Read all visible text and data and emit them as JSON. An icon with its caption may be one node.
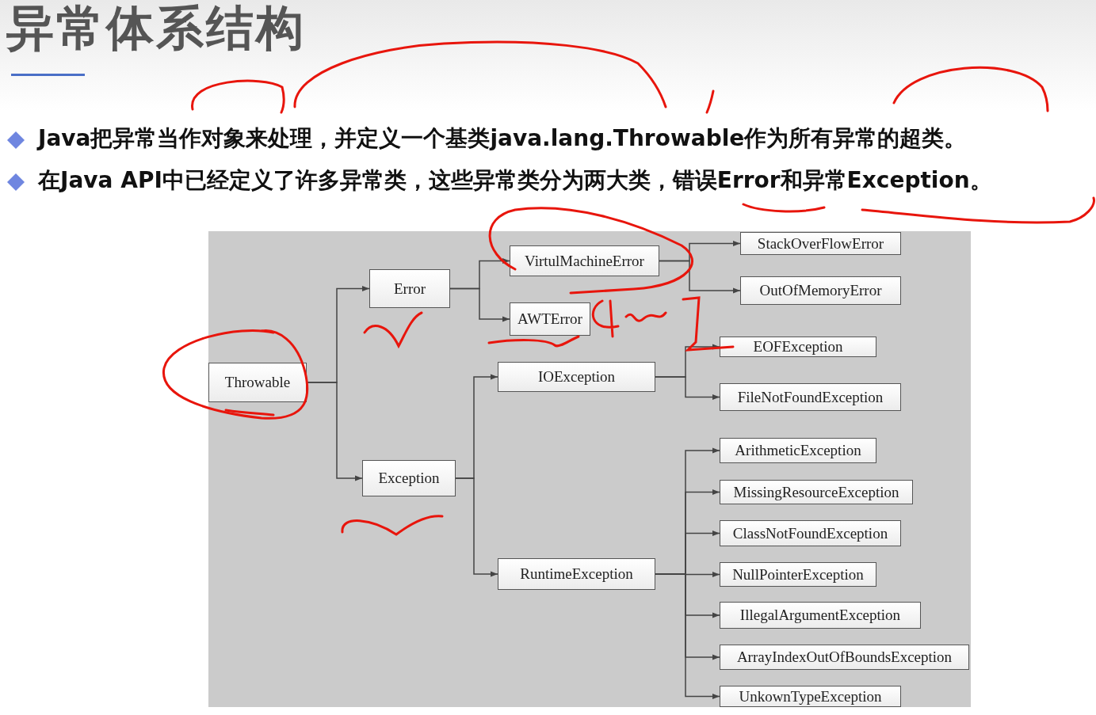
{
  "diagram": {
    "title": "异常体系结构",
    "nodes": [
      {
        "text": [
          "Throwable"
        ]
      },
      {
        "text": [
          "Error"
        ]
      },
      {
        "text": [
          "Exception"
        ]
      },
      {
        "text": [
          "VirtulMachineError"
        ]
      },
      {
        "text": [
          "AWTError"
        ]
      },
      {
        "text": [
          "IOException"
        ]
      },
      {
        "text": [
          "RuntimeException"
        ]
      },
      {
        "text": [
          "StackOverFlowError"
        ]
      },
      {
        "text": [
          "OutOfMemoryError"
        ]
      },
      {
        "text": [
          "EOFException"
        ]
      },
      {
        "text": [
          "FileNotFoundException"
        ]
      },
      {
        "text": [
          "ArithmeticException"
        ]
      },
      {
        "text": [
          "MissingResourceException"
        ]
      },
      {
        "text": [
          "ClassNotFoundException"
        ]
      },
      {
        "text": [
          "NullPointerException"
        ]
      },
      {
        "text": [
          "IllegalArgumentException"
        ]
      },
      {
        "text": [
          "ArrayIndexOutOfBoundsException"
        ]
      },
      {
        "text": [
          "UnkownTypeException"
        ]
      }
    ],
    "edges": [
      {
        "from": 0,
        "to": 1,
        "arrow": "to"
      },
      {
        "from": 0,
        "to": 2,
        "arrow": "to"
      },
      {
        "from": 1,
        "to": 3,
        "arrow": "to"
      },
      {
        "from": 1,
        "to": 4,
        "arrow": "to"
      },
      {
        "from": 3,
        "to": 7,
        "arrow": "to"
      },
      {
        "from": 3,
        "to": 8,
        "arrow": "to"
      },
      {
        "from": 2,
        "to": 5,
        "arrow": "to"
      },
      {
        "from": 2,
        "to": 6,
        "arrow": "to"
      },
      {
        "from": 5,
        "to": 9,
        "arrow": "to"
      },
      {
        "from": 5,
        "to": 10,
        "arrow": "to"
      },
      {
        "from": 6,
        "to": 11,
        "arrow": "to"
      },
      {
        "from": 6,
        "to": 12,
        "arrow": "to"
      },
      {
        "from": 6,
        "to": 13,
        "arrow": "to"
      },
      {
        "from": 6,
        "to": 14,
        "arrow": "to"
      },
      {
        "from": 6,
        "to": 15,
        "arrow": "to"
      },
      {
        "from": 6,
        "to": 16,
        "arrow": "to"
      },
      {
        "from": 6,
        "to": 17,
        "arrow": "to"
      }
    ],
    "labels": [
      "Java把异常当作对象来处理，并定义一个基类java.lang.Throwable作为所有异常的超类。",
      "在Java API中已经定义了许多异常类，这些异常类分为两大类，错误Error和异常Exception。"
    ]
  }
}
